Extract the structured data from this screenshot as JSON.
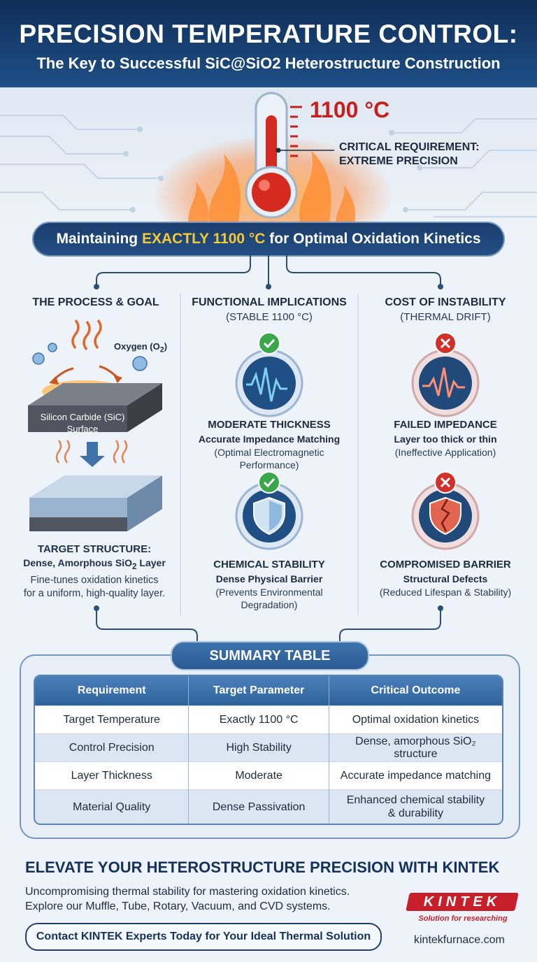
{
  "header": {
    "title": "PRECISION TEMPERATURE CONTROL:",
    "subtitle": "The Key to Successful SiC@SiO2 Heterostructure Construction"
  },
  "hero": {
    "temperature": "1100 °C",
    "requirement_line1": "CRITICAL REQUIREMENT:",
    "requirement_line2": "EXTREME PRECISION"
  },
  "banner": {
    "prefix": "Maintaining ",
    "highlight": "EXACTLY 1100 °C",
    "suffix": " for Optimal Oxidation Kinetics"
  },
  "columns": {
    "process": {
      "heading": "THE PROCESS & GOAL",
      "oxygen_label": "Oxygen (O",
      "oxygen_sub": "2",
      "oxygen_close": ")",
      "slab_label_1": "Silicon Carbide (SiC)",
      "slab_label_2": "Surface",
      "target_heading": "TARGET STRUCTURE:",
      "target_sub": "Dense, Amorphous SiO",
      "target_sub_sub": "2",
      "target_sub_end": " Layer",
      "target_note_1": "Fine-tunes oxidation kinetics",
      "target_note_2": "for a uniform, high-quality layer."
    },
    "functional": {
      "heading": "FUNCTIONAL IMPLICATIONS",
      "subheading": "(STABLE 1100 °C)",
      "card1": {
        "title": "MODERATE THICKNESS",
        "subtitle": "Accurate Impedance Matching",
        "note_1": "(Optimal Electromagnetic",
        "note_2": "Performance)"
      },
      "card2": {
        "title": "CHEMICAL STABILITY",
        "subtitle": "Dense Physical Barrier",
        "note_1": "(Prevents Environmental",
        "note_2": "Degradation)"
      }
    },
    "instability": {
      "heading": "COST OF INSTABILITY",
      "subheading": "(THERMAL DRIFT)",
      "card1": {
        "title": "FAILED IMPEDANCE",
        "subtitle": "Layer too thick or thin",
        "note_1": "(Ineffective Application)"
      },
      "card2": {
        "title": "COMPROMISED BARRIER",
        "subtitle": "Structural Defects",
        "note_1": "(Reduced Lifespan & Stability)"
      }
    }
  },
  "summary": {
    "title": "SUMMARY TABLE",
    "headers": [
      "Requirement",
      "Target Parameter",
      "Critical Outcome"
    ],
    "rows": [
      [
        "Target Temperature",
        "Exactly 1100 °C",
        "Optimal oxidation kinetics"
      ],
      [
        "Control Precision",
        "High Stability",
        "Dense, amorphous SiO₂ structure"
      ],
      [
        "Layer Thickness",
        "Moderate",
        "Accurate impedance matching"
      ],
      [
        "Material Quality",
        "Dense Passivation",
        "Enhanced chemical stability & durability"
      ]
    ],
    "row4_outcome_line1": "Enhanced chemical stability",
    "row4_outcome_line2": "& durability"
  },
  "cta": {
    "heading": "ELEVATE YOUR HETEROSTRUCTURE PRECISION WITH KINTEK",
    "line1": "Uncompromising thermal stability for mastering oxidation kinetics.",
    "line2": "Explore our Muffle, Tube, Rotary, Vacuum, and CVD systems.",
    "button": "Contact KINTEK Experts Today for Your Ideal Thermal Solution"
  },
  "brand": {
    "logo": "KINTEK",
    "tagline": "Solution for researching",
    "website": "kintekfurnace.com"
  },
  "colors": {
    "navy": "#14325b",
    "accent_yellow": "#f2c93b",
    "alert_red": "#c61f1f",
    "ok_green": "#3aa84a"
  }
}
